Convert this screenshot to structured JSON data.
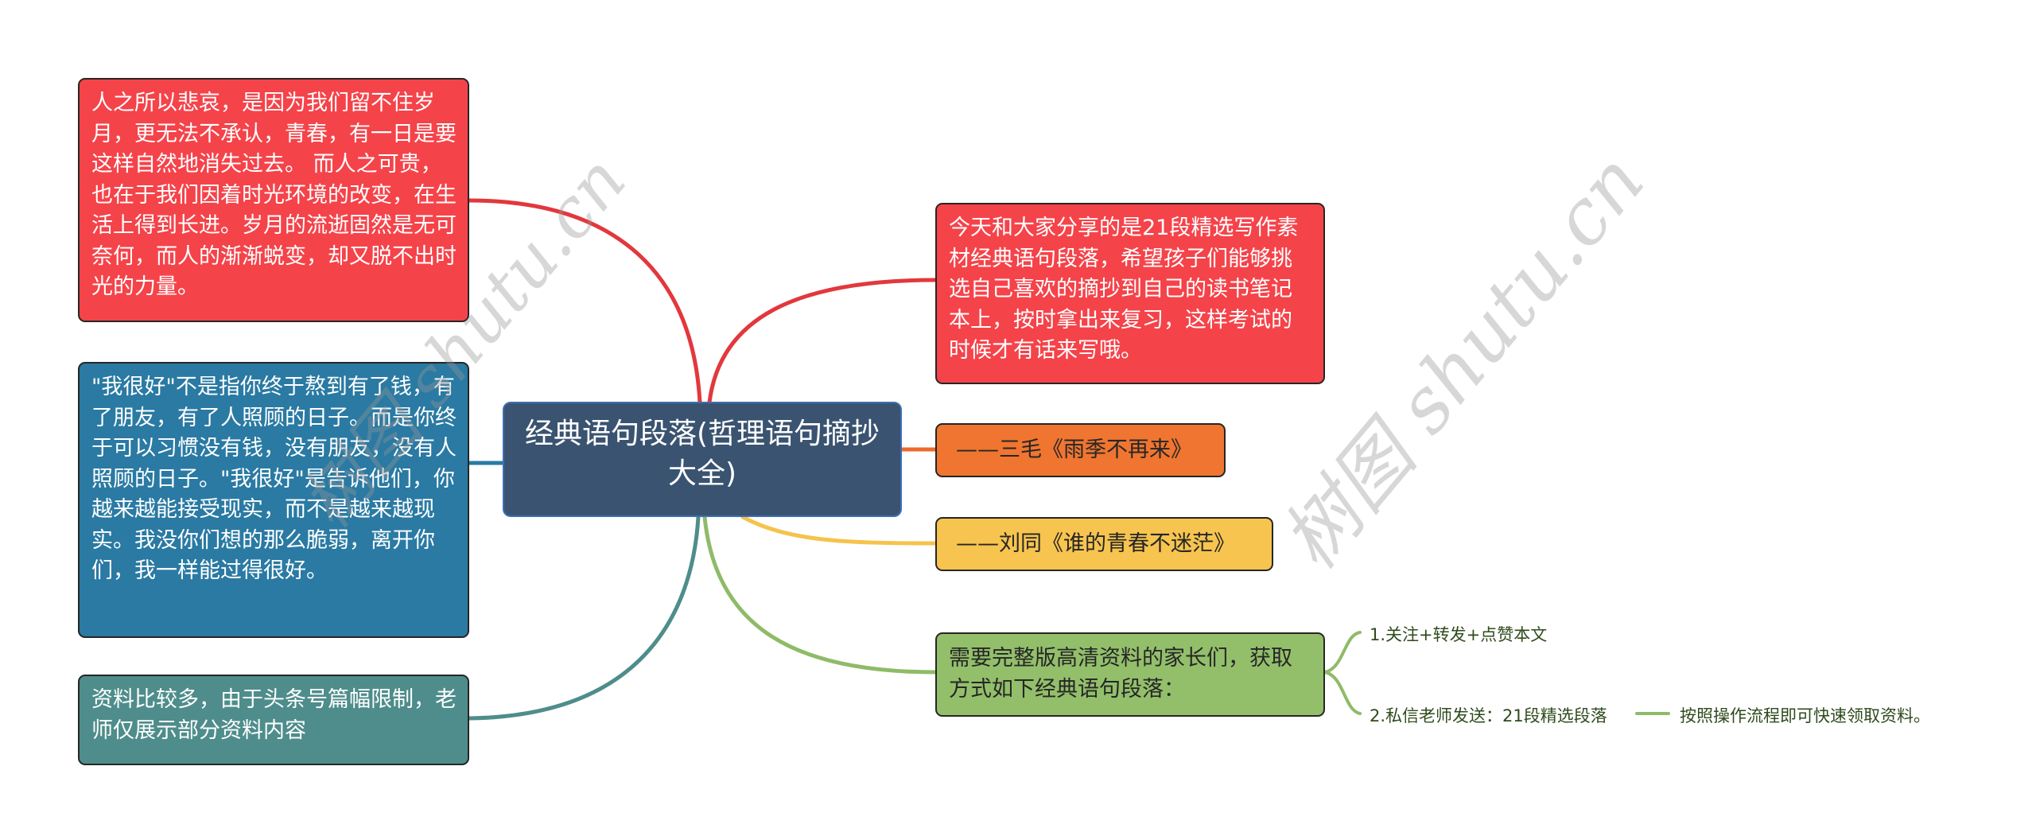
{
  "central": {
    "title": "经典语句段落(哲理语句摘抄大全)",
    "color": "#3a5370"
  },
  "left_nodes": [
    {
      "text": "人之所以悲哀，是因为我们留不住岁月，更无法不承认，青春，有一日是要这样自然地消失过去。 而人之可贵，也在于我们因着时光环境的改变，在生活上得到长进。岁月的流逝固然是无可奈何，而人的渐渐蜕变，却又脱不出时光的力量。",
      "color": "#f5434a"
    },
    {
      "text": "\"我很好\"不是指你终于熬到有了钱，有了朋友，有了人照顾的日子。而是你终于可以习惯没有钱，没有朋友，没有人照顾的日子。\"我很好\"是告诉他们，你越来越能接受现实，而不是越来越现实。我没你们想的那么脆弱，离开你们，我一样能过得很好。",
      "color": "#2a7aa3"
    },
    {
      "text": "资料比较多，由于头条号篇幅限制，老师仅展示部分资料内容",
      "color": "#4e8d8b"
    }
  ],
  "right_nodes": [
    {
      "text": "今天和大家分享的是21段精选写作素材经典语句段落，希望孩子们能够挑选自己喜欢的摘抄到自己的读书笔记本上，按时拿出来复习，这样考试的时候才有话来写哦。",
      "color": "#f5434a"
    },
    {
      "text": "——三毛《雨季不再来》",
      "color": "#f07530"
    },
    {
      "text": "——刘同《谁的青春不迷茫》",
      "color": "#f7c44f"
    },
    {
      "text": "需要完整版高清资料的家长们，获取方式如下经典语句段落：",
      "color": "#93bf6b",
      "children": [
        {
          "text": "1.关注+转发+点赞本文"
        },
        {
          "text": "2.私信老师发送：21段精选段落",
          "child": {
            "text": "按照操作流程即可快速领取资料。"
          }
        }
      ]
    }
  ],
  "watermarks": [
    {
      "text": "树图 shutu.cn"
    },
    {
      "text": "树图 shutu.cn"
    }
  ],
  "link_colors": {
    "red": "#e2383d",
    "blue": "#2a7aa3",
    "teal": "#4e8d8b",
    "orange": "#ee6a2c",
    "yellow": "#f5c34c",
    "green": "#8fbb68"
  }
}
